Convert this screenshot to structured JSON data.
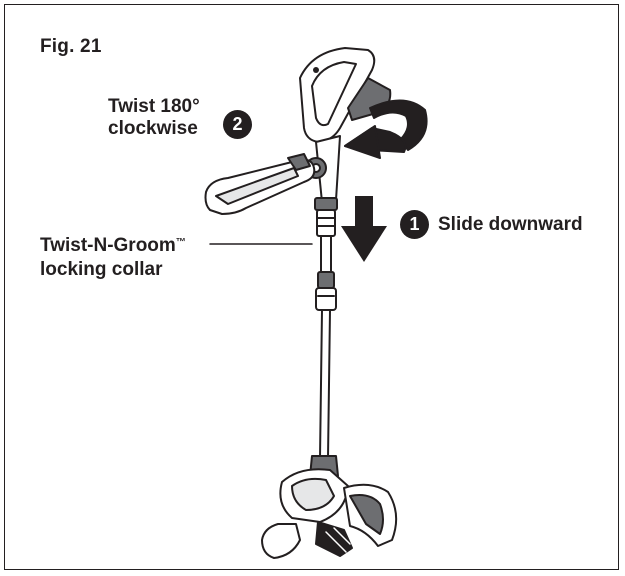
{
  "figure": {
    "label": "Fig. 21"
  },
  "steps": [
    {
      "number": "2",
      "line1": "Twist 180°",
      "line2": "clockwise"
    },
    {
      "number": "1",
      "text": "Slide downward"
    }
  ],
  "callout": {
    "name": "Twist-N-Groom",
    "trademark": "™",
    "line2": "locking collar"
  }
}
